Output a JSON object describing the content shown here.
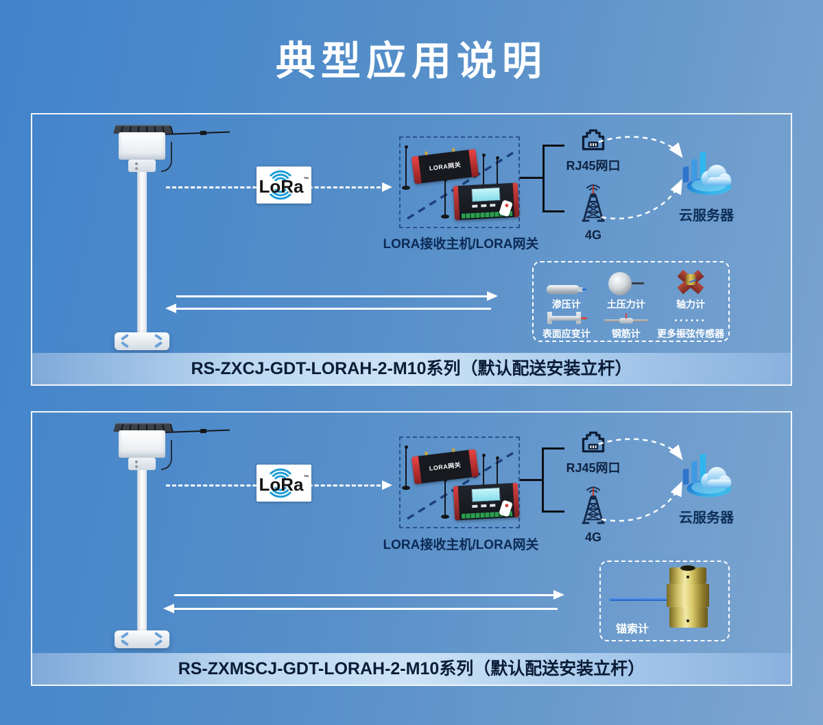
{
  "title": "典型应用说明",
  "colors": {
    "background_left": "#4183cb",
    "background_right": "#7ea6d0",
    "panel_border": "#ffffff",
    "caption_bar_center": "#cde3f6",
    "caption_text": "#0b1c36",
    "label_navy": "#0e2240",
    "lora_blue": "#1a9cd8",
    "dashed_device_box": "#2a5193",
    "connector_line": "#0b0e13",
    "arrow_white": "#ffffff"
  },
  "icons": {
    "pole": "pole-mounted-sensor-with-solar-panel",
    "lora": "lora-logo",
    "gateway": "lora-gateway-device",
    "host": "lora-receiver-host-device",
    "rj45": "ethernet-port-icon",
    "cellular": "4g-tower-icon",
    "cloud": "cloud-server-icon"
  },
  "panel1": {
    "caption": "RS-ZXCJ-GDT-LORAH-2-M10系列（默认配送安装立杆）",
    "lora_logo_text": "LoRa",
    "lora_tm": "™",
    "device_badge": "LORA网关",
    "gateway_label": "LORA接收主机/LORA网关",
    "rj45_label": "RJ45网口",
    "cellular_label": "4G",
    "cloud_label": "云服务器",
    "more_dots": "••••••",
    "sensors": [
      {
        "label": "渗压计"
      },
      {
        "label": "土压力计"
      },
      {
        "label": "轴力计"
      },
      {
        "label": "表面应变计"
      },
      {
        "label": "钢筋计"
      },
      {
        "label": "更多振弦传感器"
      }
    ]
  },
  "panel2": {
    "caption": "RS-ZXMSCJ-GDT-LORAH-2-M10系列（默认配送安装立杆）",
    "lora_logo_text": "LoRa",
    "lora_tm": "™",
    "device_badge": "LORA网关",
    "gateway_label": "LORA接收主机/LORA网关",
    "rj45_label": "RJ45网口",
    "cellular_label": "4G",
    "cloud_label": "云服务器",
    "sensor_label": "锚索计"
  }
}
